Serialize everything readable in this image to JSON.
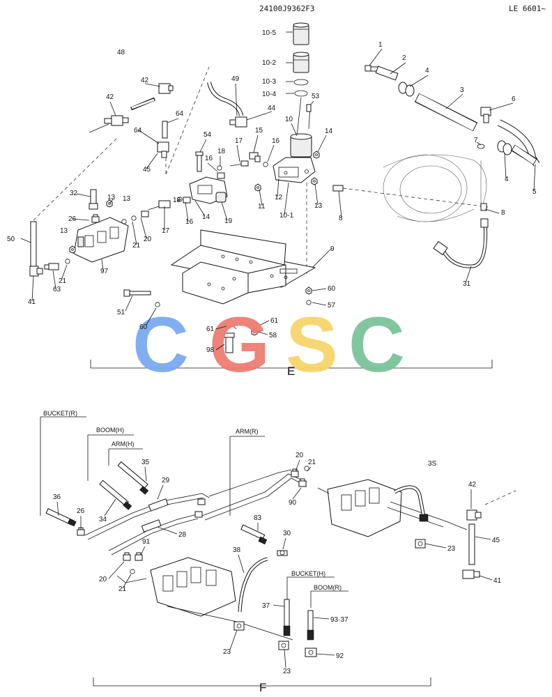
{
  "header": {
    "code": "24100J9362F3",
    "serial": "LE 6601~"
  },
  "watermark": {
    "letters": [
      "C",
      "G",
      "S",
      "C"
    ],
    "colors": [
      "#7aaaf0",
      "#ee7d72",
      "#f7d56a",
      "#7cc49a"
    ]
  },
  "section_e": {
    "label": "E",
    "parts": [
      "10-5",
      "10-2",
      "10-3",
      "10-4",
      "53",
      "10",
      "1",
      "2",
      "4",
      "3",
      "6",
      "48",
      "42",
      "49",
      "44",
      "64",
      "42",
      "64",
      "54",
      "15",
      "17",
      "18",
      "16",
      "14",
      "45",
      "7",
      "4",
      "5",
      "16",
      "13",
      "32",
      "13",
      "26",
      "18",
      "17",
      "16",
      "14",
      "19",
      "11",
      "12",
      "10-1",
      "13",
      "8",
      "8",
      "50",
      "13",
      "21",
      "20",
      "97",
      "21",
      "41",
      "63",
      "9",
      "31",
      "60",
      "57",
      "51",
      "60",
      "61",
      "61",
      "58",
      "98"
    ]
  },
  "section_f": {
    "label": "F",
    "tags": [
      "BUCKET(R)",
      "BOOM(H)",
      "ARM(H)",
      "ARM(R)",
      "BUCKET(H)",
      "BOOM(R)"
    ],
    "parts": [
      "35",
      "29",
      "36",
      "34",
      "26",
      "28",
      "91",
      "20",
      "21",
      "20",
      "21",
      "83",
      "90",
      "38",
      "30",
      "3S",
      "42",
      "45",
      "23",
      "41",
      "37",
      "93·37",
      "23",
      "23",
      "92"
    ]
  }
}
